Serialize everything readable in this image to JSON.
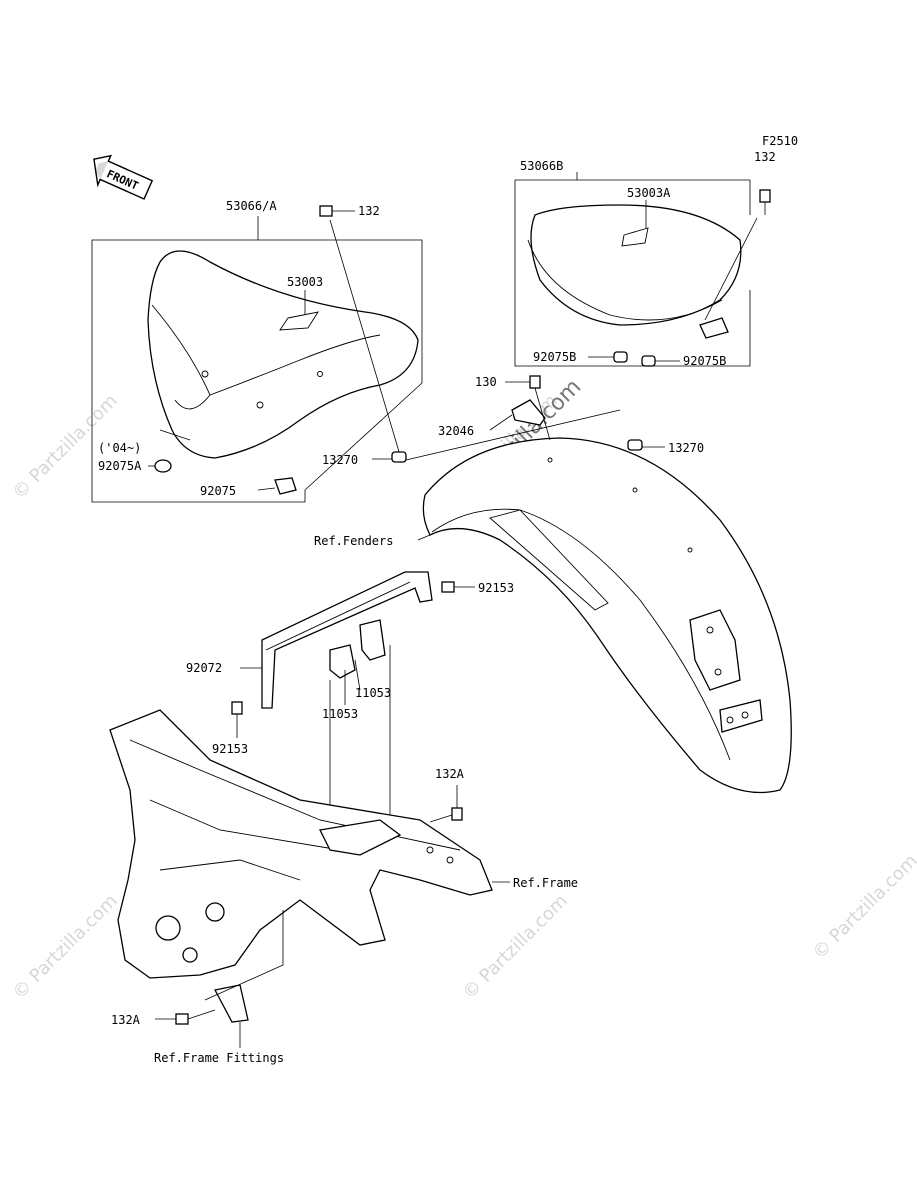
{
  "diagram_code": "F2510",
  "front_arrow_label": "FRONT",
  "watermark": "© Partzilla.com",
  "labels": {
    "p53066a": "53066/A",
    "p132_top": "132",
    "p53003": "53003",
    "p04": "('04~)",
    "p92075a": "92075A",
    "p92075": "92075",
    "p13270_left": "13270",
    "p53066b": "53066B",
    "p132_right": "132",
    "p53003a": "53003A",
    "p92075b_left": "92075B",
    "p92075b_right": "92075B",
    "p130": "130",
    "p32046": "32046",
    "p13270_right": "13270",
    "ref_fenders": "Ref.Fenders",
    "p92153_right": "92153",
    "p92072": "92072",
    "p11053_right": "11053",
    "p11053_mid": "11053",
    "p92153_left": "92153",
    "p132a_right": "132A",
    "ref_frame": "Ref.Frame",
    "p132a_left": "132A",
    "ref_frame_fittings": "Ref.Frame Fittings"
  }
}
